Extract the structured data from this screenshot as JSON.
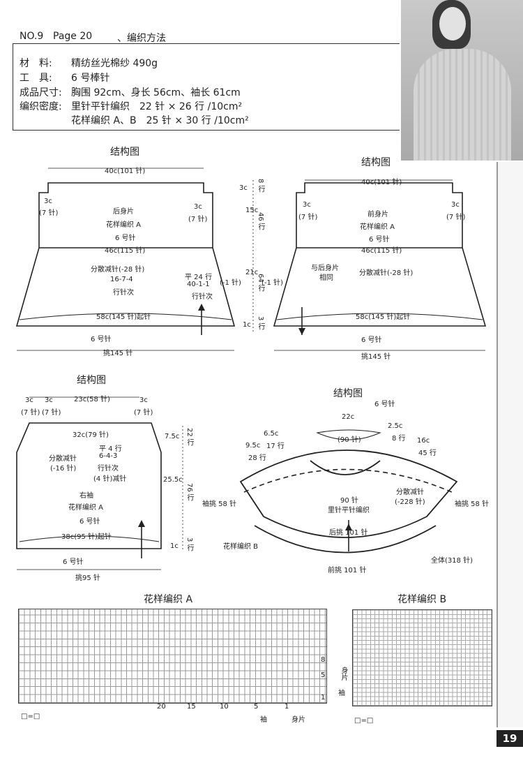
{
  "header": {
    "no": "NO.9",
    "page": "Page 20",
    "title": "、编织方法",
    "materials_key": "材　料:",
    "materials": "精纺丝光棉纱 490g",
    "tools_key": "工　具:",
    "tools": "6 号棒针",
    "size_key": "成品尺寸:",
    "size": "胸围 92cm、身长 56cm、袖长 61cm",
    "gauge_key": "编织密度:",
    "gauge1": "里针平针编织　22 针 × 26 行 /10cm²",
    "gauge2": "花样编织 A、B　25 针 × 30 行 /10cm²"
  },
  "back": {
    "title": "结构图",
    "top_width": "40c(101 针)",
    "shoulder_left": "3c",
    "shoulder_left_st": "(7 针)",
    "shoulder_right": "3c",
    "shoulder_right_st": "(7 针)",
    "name": "后身片",
    "pattern": "花样编织 A",
    "needle": "6 号针",
    "mid_width": "46c(115 针)",
    "dec": "分散减针(-28 针)",
    "dec_seq": "16-7-4",
    "dec_seq2": "行针次",
    "side1": "平 24 行",
    "side2": "40-1-1",
    "side3": "行针次",
    "cast_on": "58c(145 针)起针",
    "needle_bottom": "6 号针",
    "pickup": "挑145 针"
  },
  "heights": {
    "h1": "3c",
    "h1r": "8 行",
    "h2": "15c",
    "h2r": "46 行",
    "h3": "21c",
    "h3r": "64 行",
    "h4": "1c",
    "h4r": "3 行",
    "dec_left": "(-1 针)",
    "dec_right": "(-1 针)"
  },
  "front": {
    "title": "结构图",
    "top_width": "40c(101 针)",
    "shoulder_left": "3c",
    "shoulder_left_st": "(7 针)",
    "shoulder_right": "3c",
    "shoulder_right_st": "(7 针)",
    "name": "前身片",
    "pattern": "花样编织 A",
    "needle": "6 号针",
    "mid_width": "46c(115 针)",
    "same": "与后身片",
    "same2": "相同",
    "dec": "分散减针(-28 针)",
    "cast_on": "58c(145 针)起针",
    "needle_bottom": "6 号针",
    "pickup": "挑145 针"
  },
  "sleeve": {
    "title": "结构图",
    "a": "3c",
    "a_st": "(7 针)",
    "b": "3c",
    "b_st": "(7 针)",
    "c": "3c",
    "c_st": "(7 针)",
    "top": "23c(58 针)",
    "mid": "32c(79 针)",
    "dec": "分散减针",
    "dec2": "(-16 针)",
    "flat": "平 4 行",
    "flat2": "6-4-3",
    "flat3": "行针次",
    "flat4": "(4 针)减针",
    "name": "右袖",
    "pattern": "花样编织 A",
    "needle": "6 号针",
    "cast_on": "38c(95 针)起针",
    "needle_bottom": "6 号针",
    "pickup": "挑95 针",
    "h1": "7.5c",
    "h1r": "22 行",
    "h2": "25.5c",
    "h2r": "76 行",
    "h3": "1c",
    "h3r": "3 行"
  },
  "yoke": {
    "title": "结构图",
    "needle": "6 号针",
    "w1": "22c",
    "w1st": "(90 针)",
    "d1": "9.5c",
    "d1r": "28 行",
    "d2": "6.5c",
    "d2r": "17 行",
    "d3": "2.5c",
    "d3r": "8 行",
    "d4": "16c",
    "d4r": "45 行",
    "sleeve_l": "袖挑 58 针",
    "sleeve_r": "袖挑 58 针",
    "inner": "90 针",
    "inner2": "里针平针编织",
    "dec": "分散减针",
    "dec2": "(-228 针)",
    "back_pick": "后挑 101 针",
    "patB": "花样编织 B",
    "total": "全体(318 针)",
    "front_pick": "前挑 101 针"
  },
  "chartA": {
    "title": "花样编织 A",
    "legend": "□=□",
    "n20": "20",
    "n15": "15",
    "n10": "10",
    "n5": "5",
    "n1": "1",
    "r8": "8",
    "r5": "5",
    "r1": "1",
    "label_body": "身片",
    "label_sleeve": "袖",
    "arrow_sleeve": "袖",
    "arrow_body": "身片"
  },
  "chartB": {
    "title": "花样编织 B",
    "legend": "□=□"
  },
  "page_number": "19"
}
